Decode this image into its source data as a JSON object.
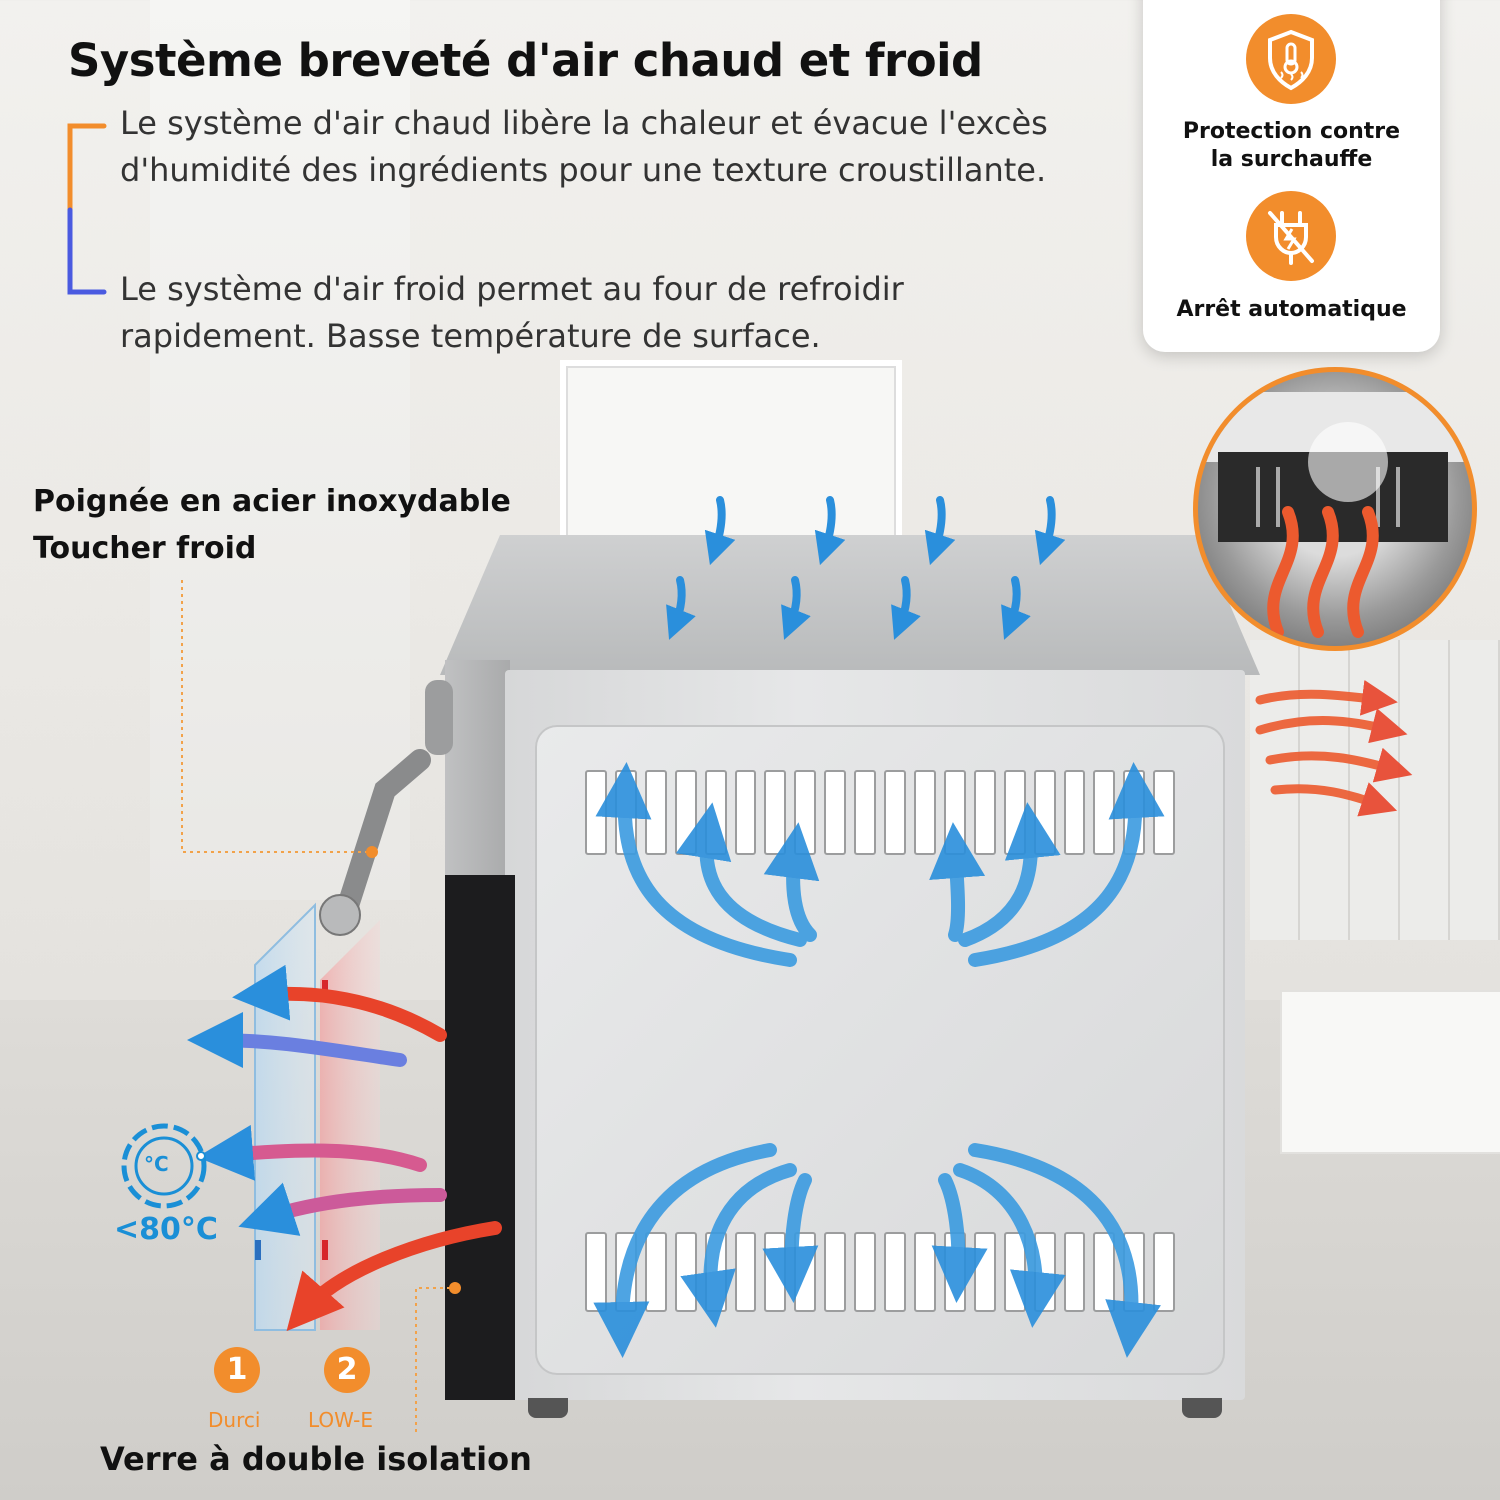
{
  "title": "Système breveté d'air chaud et froid",
  "paragraphs": {
    "hot_air": "Le système d'air chaud libère la chaleur et évacue l'excès d'humidité des ingrédients pour une texture croustillante.",
    "cold_air": "Le système d'air froid permet au four de refroidir rapidement. Basse température de surface."
  },
  "callouts": {
    "handle_line1": "Poignée en acier inoxydable",
    "handle_line2": "Toucher froid",
    "glass": "Verre à double isolation",
    "temperature": "<80°C",
    "thermometer_glyph": "°C"
  },
  "glass_layers": [
    {
      "number": "1",
      "label": "Durci"
    },
    {
      "number": "2",
      "label": "LOW-E"
    }
  ],
  "features": [
    {
      "label_line1": "Protection contre",
      "label_line2": "la surchauffe",
      "icon": "thermometer-shield-icon"
    },
    {
      "label_line1": "Arrêt automatique",
      "label_line2": "",
      "icon": "unplug-icon"
    }
  ],
  "colors": {
    "accent": "#f28d2c",
    "cool_blue": "#2a8fdc",
    "hot_red": "#e8432a",
    "text": "#111111"
  }
}
